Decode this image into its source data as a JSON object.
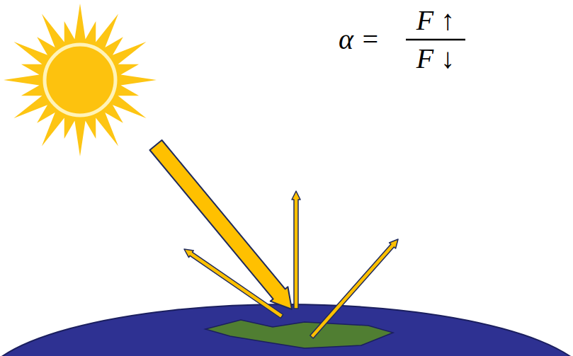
{
  "diagram": {
    "labels": [
      "α =",
      "F ↑",
      "F ↓"
    ]
  }
}
